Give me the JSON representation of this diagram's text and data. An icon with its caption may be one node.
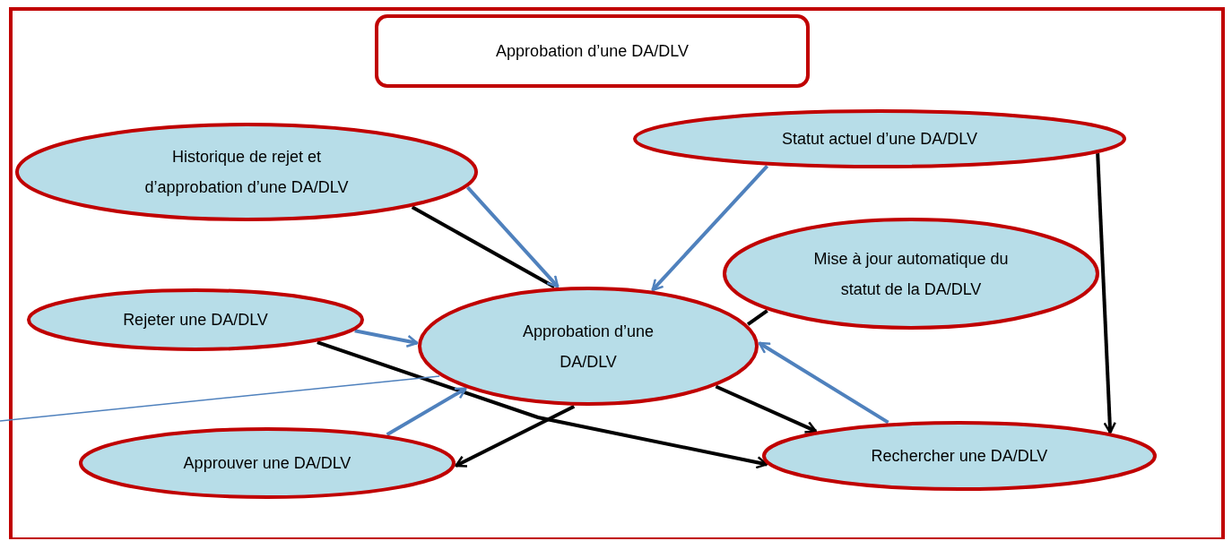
{
  "diagram": {
    "nodes": [
      {
        "text": [],
        "shape": "box"
      },
      {
        "text": [
          "Approbation d’une DA/DLV"
        ],
        "in": 0
      },
      {
        "text": [
          "Historique de rejet et d’approbation d’une DA/DLV"
        ],
        "in": 0
      },
      {
        "text": [
          "Statut actuel d’une DA/DLV"
        ],
        "in": 0
      },
      {
        "text": [
          "Mise à jour automatique du statut de la DA/DLV"
        ],
        "in": 0
      },
      {
        "text": [
          "Rejeter une DA/DLV"
        ],
        "in": 0
      },
      {
        "text": [
          "Approbation d’une DA/DLV"
        ],
        "in": 0
      },
      {
        "text": [
          "Approuver une DA/DLV"
        ],
        "in": 0
      },
      {
        "text": [
          "Rechercher une DA/DLV"
        ],
        "in": 0
      }
    ],
    "edges": [
      {
        "from": 2,
        "to": 6,
        "arrow": "none"
      },
      {
        "from": 2,
        "to": 6,
        "arrow": "to",
        "color": "#4f81bd"
      },
      {
        "from": 3,
        "to": 6,
        "arrow": "to",
        "color": "#4f81bd"
      },
      {
        "from": 3,
        "to": 8,
        "arrow": "to"
      },
      {
        "from": 4,
        "to": 6,
        "arrow": "none"
      },
      {
        "from": 5,
        "to": 8,
        "arrow": "to"
      },
      {
        "from": 5,
        "to": 6,
        "arrow": "to",
        "color": "#4f81bd"
      },
      {
        "from": null,
        "to": 6,
        "arrow": "none",
        "color": "#4f81bd"
      },
      {
        "from": 7,
        "to": 6,
        "arrow": "to",
        "color": "#4f81bd"
      },
      {
        "from": 6,
        "to": 7,
        "arrow": "to"
      },
      {
        "from": 6,
        "to": 8,
        "arrow": "to"
      },
      {
        "from": 8,
        "to": 6,
        "arrow": "to",
        "color": "#4f81bd"
      }
    ]
  }
}
